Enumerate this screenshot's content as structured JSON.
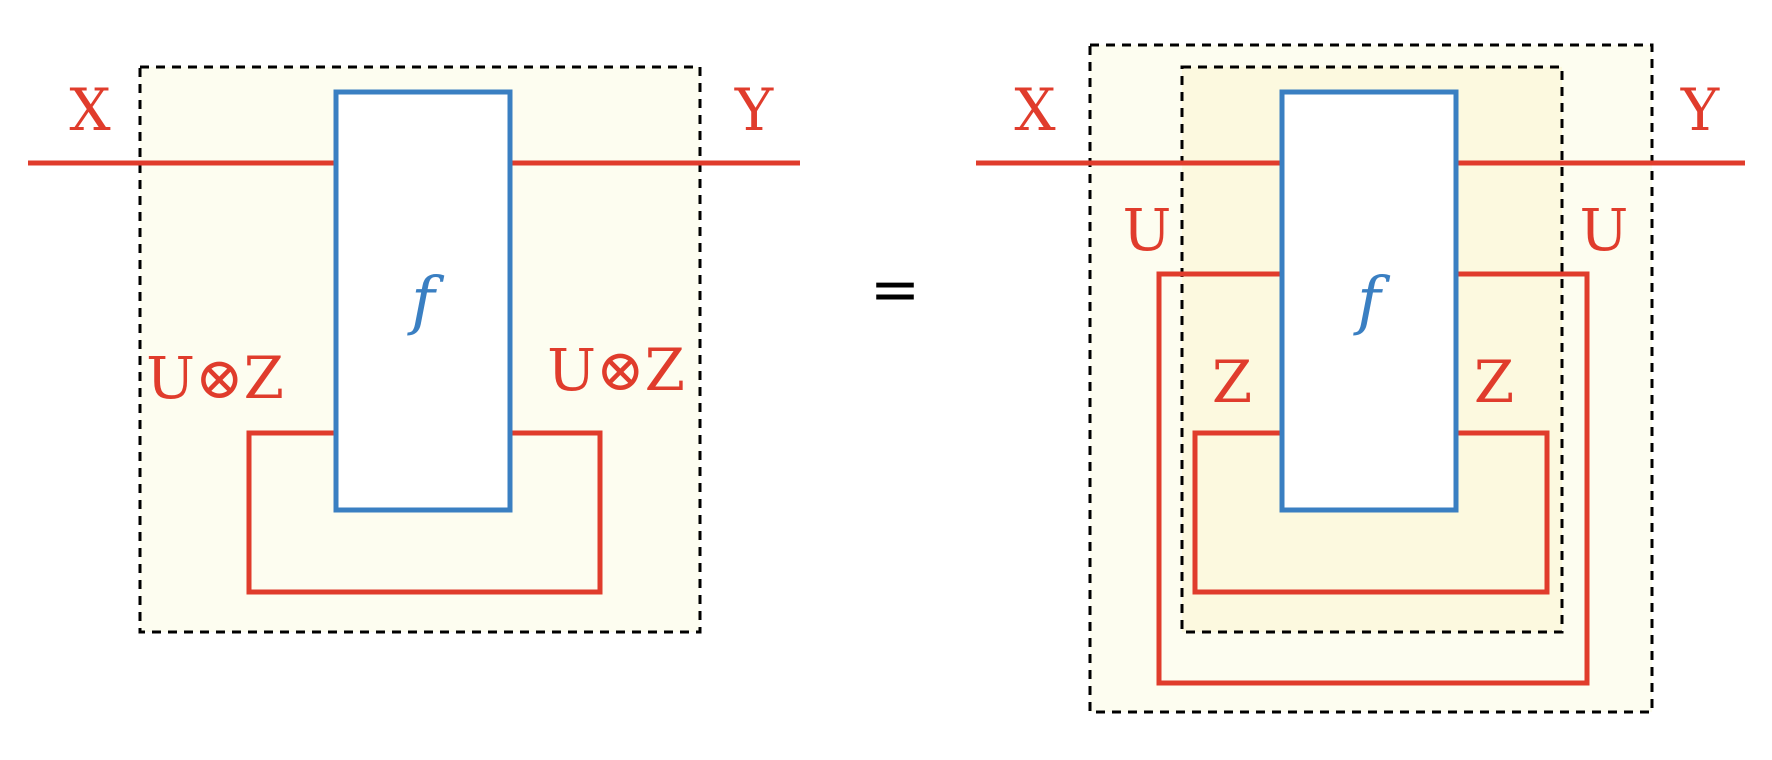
{
  "left_diagram": {
    "input_label": "X",
    "output_label": "Y",
    "box_label": "f",
    "loop_left_label": "U⊗Z",
    "loop_right_label": "U⊗Z"
  },
  "equals": "=",
  "right_diagram": {
    "input_label": "X",
    "output_label": "Y",
    "box_label": "f",
    "outer_loop_left_label": "U",
    "outer_loop_right_label": "U",
    "inner_loop_left_label": "Z",
    "inner_loop_right_label": "Z"
  },
  "colors": {
    "wire": "#e03c2c",
    "box": "#3a7fc2",
    "region_fill": "#fdfdf0",
    "inner_region_fill": "#fcf9df"
  }
}
